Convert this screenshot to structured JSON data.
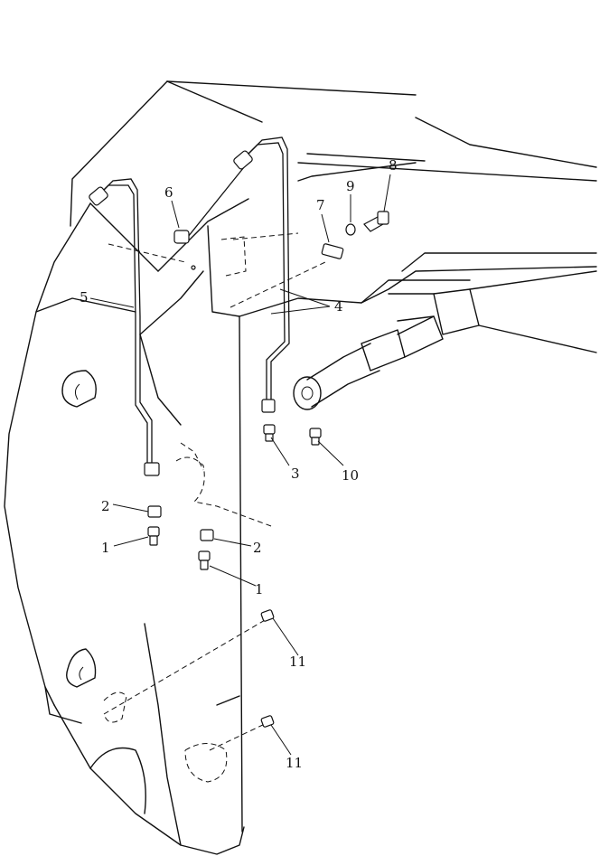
{
  "callouts": [
    {
      "id": "c1a",
      "label": "1"
    },
    {
      "id": "c1b",
      "label": "1"
    },
    {
      "id": "c2a",
      "label": "2"
    },
    {
      "id": "c2b",
      "label": "2"
    },
    {
      "id": "c3",
      "label": "3"
    },
    {
      "id": "c4",
      "label": "4"
    },
    {
      "id": "c5",
      "label": "5"
    },
    {
      "id": "c6",
      "label": "6"
    },
    {
      "id": "c7",
      "label": "7"
    },
    {
      "id": "c8",
      "label": "8"
    },
    {
      "id": "c9",
      "label": "9"
    },
    {
      "id": "c10",
      "label": "10"
    },
    {
      "id": "c11a",
      "label": "11"
    },
    {
      "id": "c11b",
      "label": "11"
    }
  ]
}
